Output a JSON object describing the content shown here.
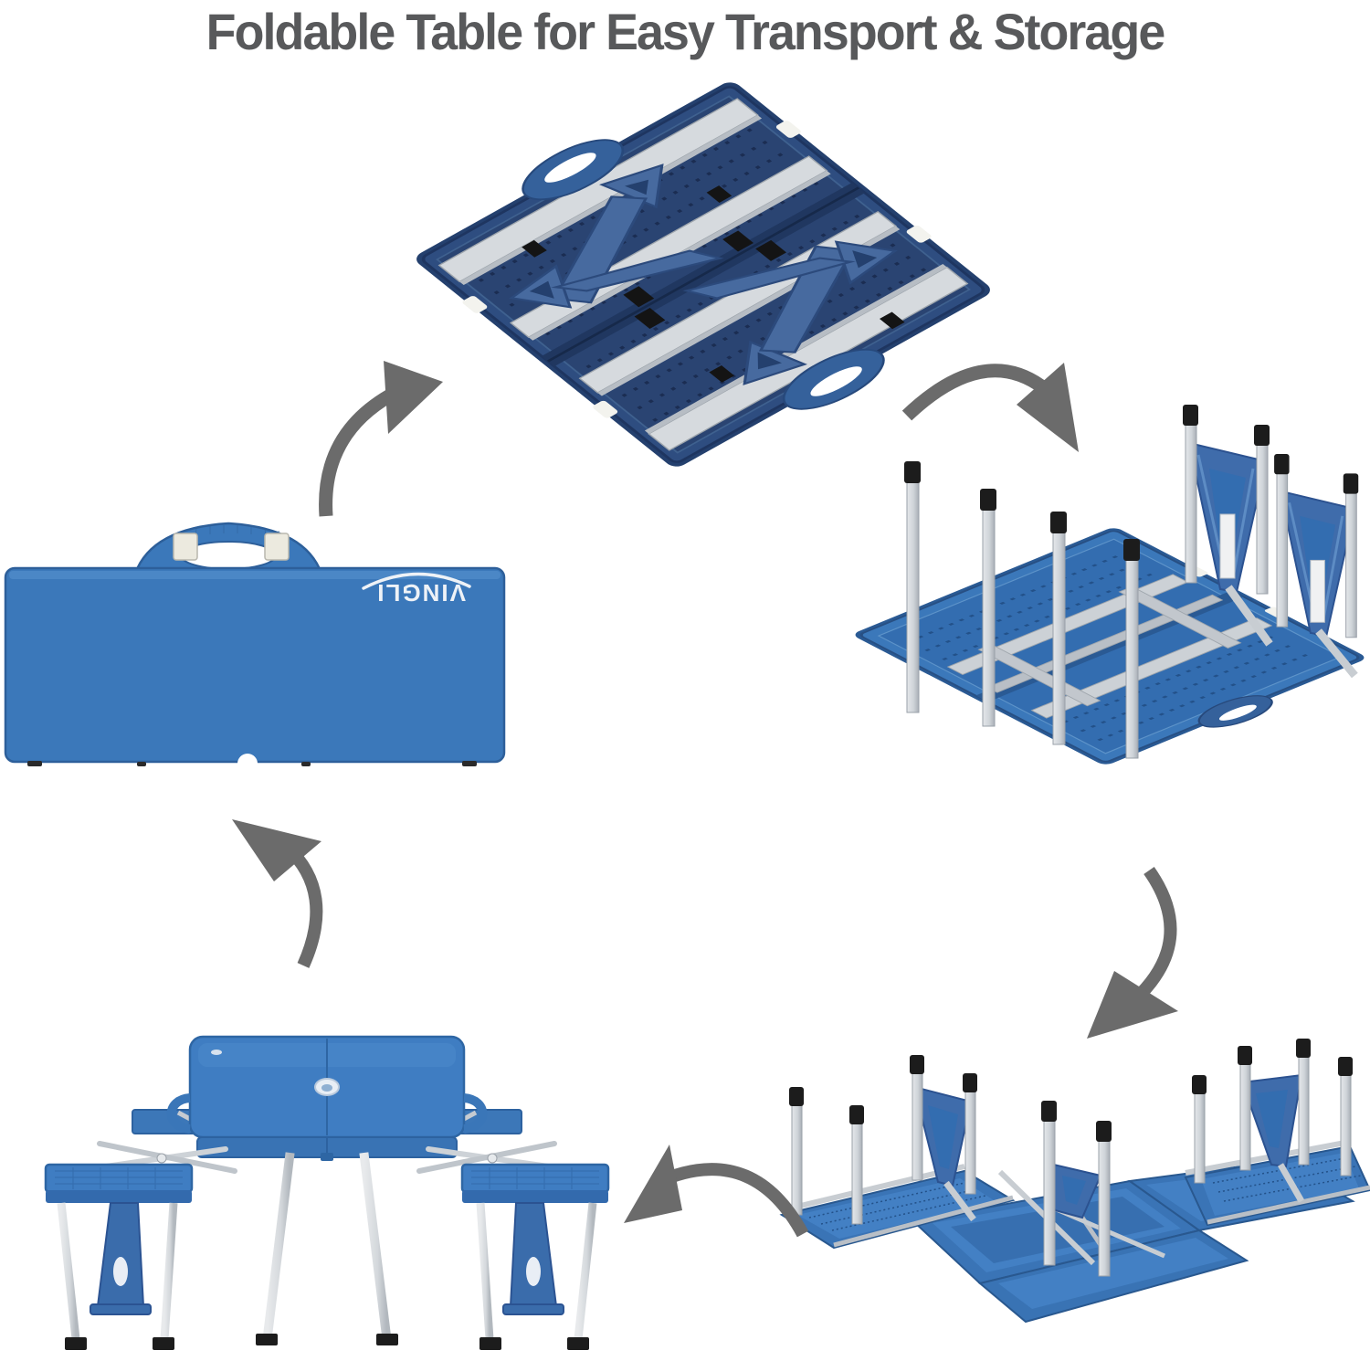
{
  "page": {
    "title": "Foldable Table for Easy Transport & Storage",
    "title_color": "#58595b",
    "background": "#ffffff"
  },
  "brand": {
    "logo_text": "VINGLI",
    "logo_color": "#eef2f7",
    "logo_orientation": "rotated-180-on-case"
  },
  "colors": {
    "shell_blue": "#3b78ba",
    "tabletop_blue": "#3f7dc2",
    "interior_navy": "#2e4d80",
    "bracket_blue": "#476a9f",
    "rail_silver": "#d6dade",
    "frame_silver": "#c6cbd1",
    "leg_silver_light": "#e2e5e8",
    "leg_silver_dark": "#aeb4bb",
    "leg_cap_black": "#1c1c1c",
    "latch_cream": "#eceadf",
    "arrow_gray": "#6b6b6b"
  },
  "icons": {
    "arrow_1": "curved-arrow-up-right",
    "arrow_2": "curved-arrow-down-right",
    "arrow_3": "curved-arrow-down-left",
    "arrow_4": "curved-arrow-left",
    "arrow_5": "curved-arrow-up-left"
  }
}
